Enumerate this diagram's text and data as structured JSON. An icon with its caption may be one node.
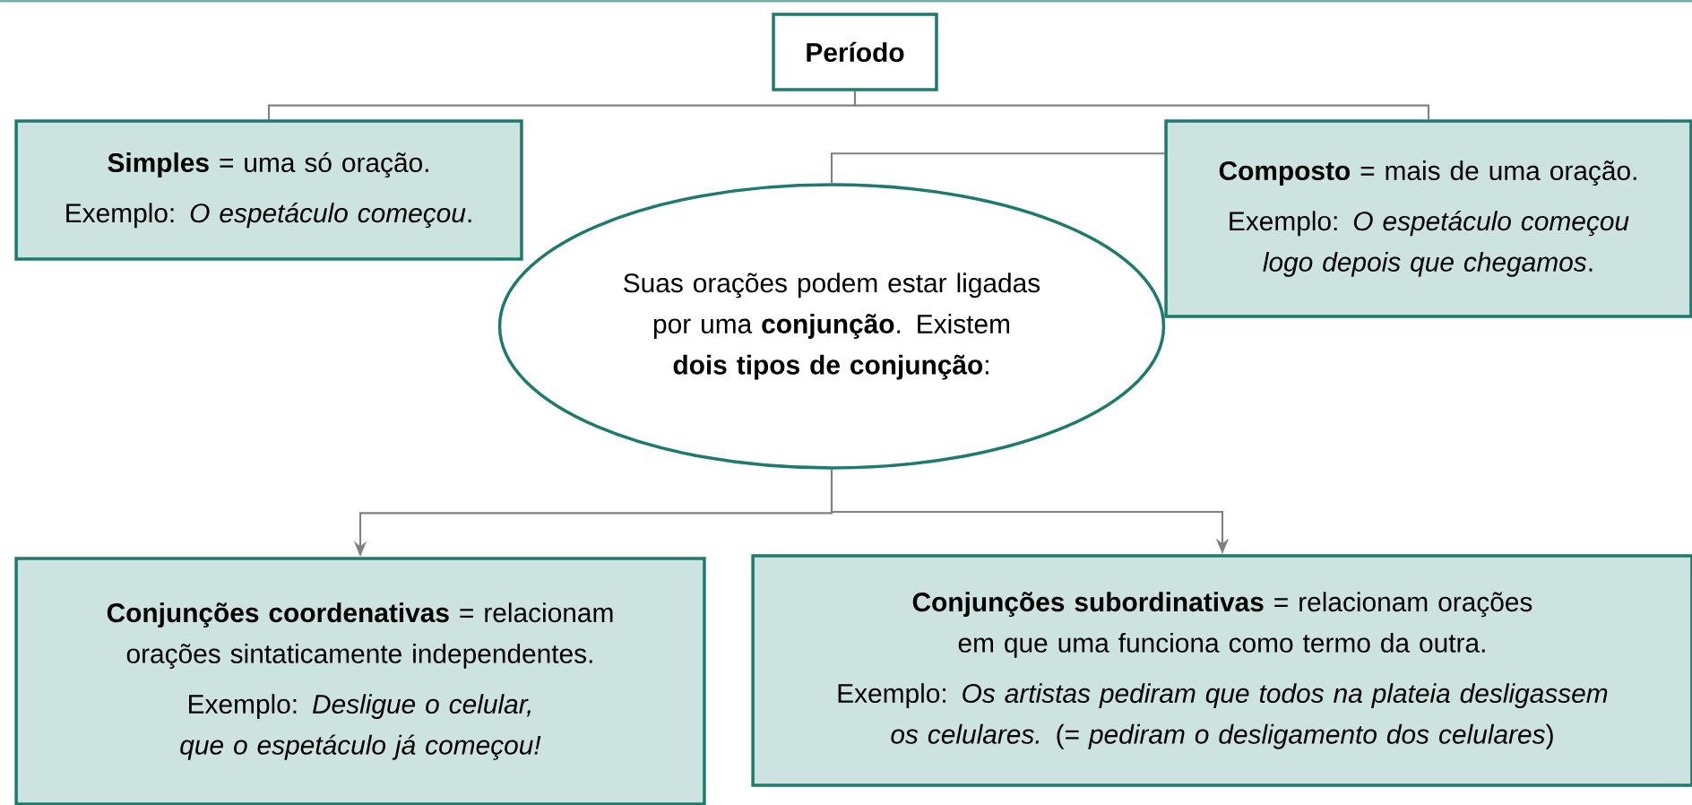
{
  "diagram": {
    "nodes": [
      {
        "text": [
          "**Período**"
        ]
      },
      {
        "text": [
          "**Simples** = uma só oração.",
          "Exemplo: *O espetáculo começou*."
        ]
      },
      {
        "text": [
          "**Composto** = mais de uma oração.",
          "Exemplo: *O espetáculo começou logo depois que chegamos*."
        ]
      },
      {
        "text": [
          "Suas orações podem estar ligadas por uma **conjunção**. Existem **dois tipos de conjunção**:"
        ]
      },
      {
        "text": [
          "**Conjunções coordenativas** = relacionam orações sintaticamente independentes.",
          "Exemplo: *Desligue o celular, que o espetáculo já começou!*"
        ]
      },
      {
        "text": [
          "**Conjunções subordinativas** = relacionam orações em que uma funciona como termo da outra.",
          "Exemplo: *Os artistas pediram que todos na plateia desligassem os celulares.* (= *pediram o desligamento dos celulares*)"
        ]
      }
    ],
    "edges": [
      {
        "from": 0,
        "to": 1,
        "arrow": "none"
      },
      {
        "from": 0,
        "to": 2,
        "arrow": "none"
      },
      {
        "from": 2,
        "to": 3,
        "arrow": "none"
      },
      {
        "from": 3,
        "to": 4,
        "arrow": "to"
      },
      {
        "from": 3,
        "to": 5,
        "arrow": "to"
      }
    ]
  }
}
